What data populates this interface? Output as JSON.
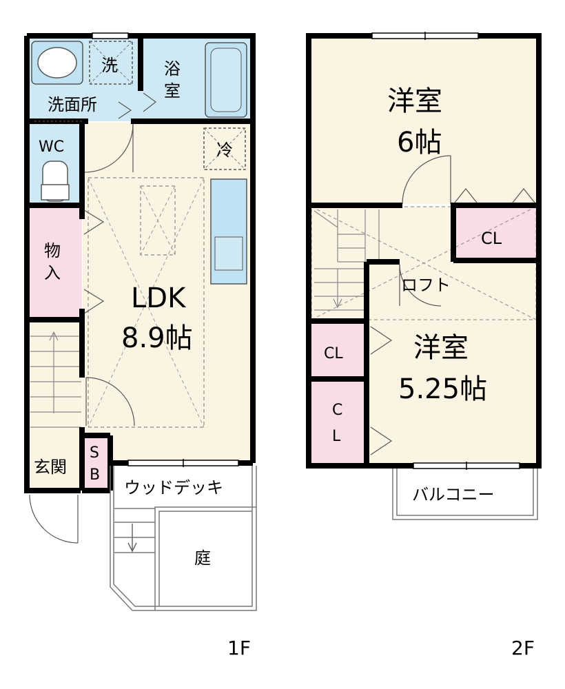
{
  "floors": [
    {
      "floor_label": "1F",
      "rooms": [
        {
          "name": "washroom",
          "label": "洗面所"
        },
        {
          "name": "washer",
          "label": "洗"
        },
        {
          "name": "bath",
          "label_top": "浴",
          "label_bottom": "室"
        },
        {
          "name": "wc",
          "label": "WC"
        },
        {
          "name": "fridge",
          "label": "冷"
        },
        {
          "name": "storage",
          "label_top": "物",
          "label_bottom": "入"
        },
        {
          "name": "ldk",
          "label": "LDK",
          "size": "8.9帖"
        },
        {
          "name": "entrance",
          "label": "玄関"
        },
        {
          "name": "shoe-box",
          "label_top": "S",
          "label_bottom": "B"
        },
        {
          "name": "wood-deck",
          "label": "ウッドデッキ"
        },
        {
          "name": "garden",
          "label": "庭"
        }
      ]
    },
    {
      "floor_label": "2F",
      "rooms": [
        {
          "name": "western-room-1",
          "label": "洋室",
          "size": "6帖"
        },
        {
          "name": "closet-1",
          "label": "CL"
        },
        {
          "name": "loft",
          "label": "ロフト"
        },
        {
          "name": "western-room-2",
          "label": "洋室",
          "size": "5.25帖"
        },
        {
          "name": "closet-2",
          "label": "CL"
        },
        {
          "name": "closet-3",
          "label_top": "C",
          "label_bottom": "L"
        },
        {
          "name": "balcony",
          "label": "バルコニー"
        }
      ]
    }
  ],
  "colors": {
    "wall": "#000000",
    "wet_area": "#cfe9f4",
    "living": "#fbf4e2",
    "storage": "#f8dde6",
    "fixture": "#bfe3f2",
    "outdoor": "#ffffff",
    "line": "#888888"
  }
}
